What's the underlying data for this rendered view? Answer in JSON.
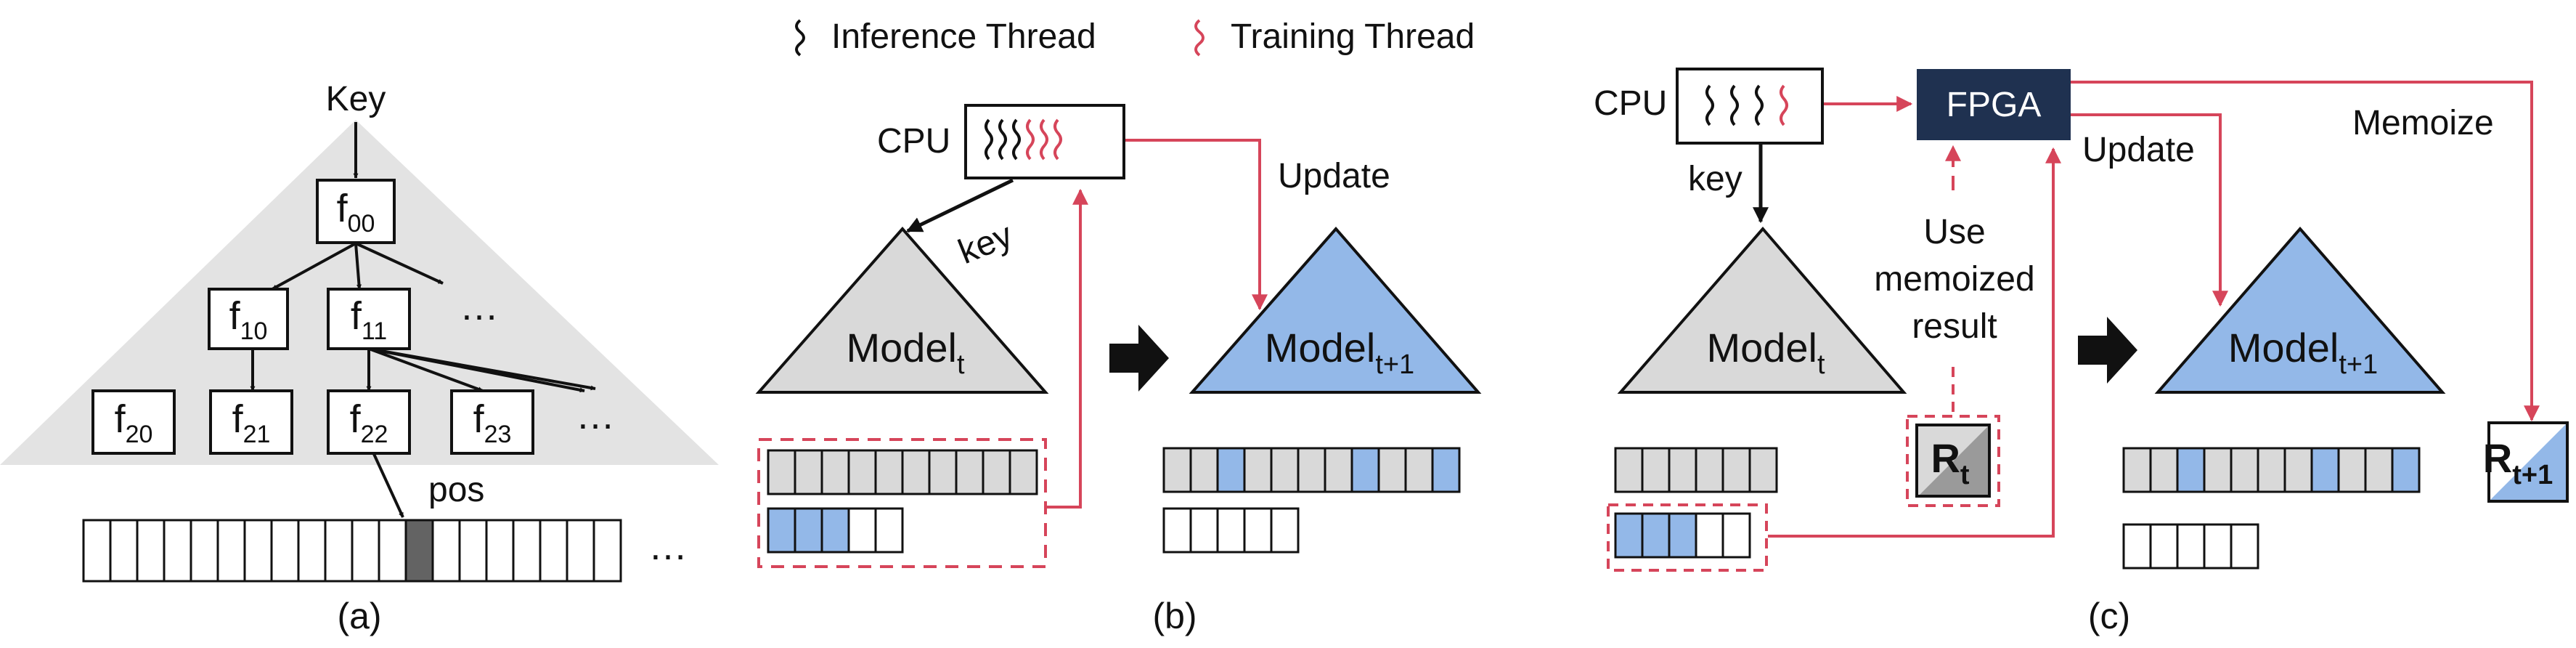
{
  "colors": {
    "training_red": "#d6455a",
    "fpga_navy": "#1f3150",
    "model_blue": "#93b8e8",
    "model_gray": "#d9d9d9",
    "bg_gray": "#e3e3e3",
    "pos_dark": "#636363"
  },
  "legend": {
    "inference_label": "Inference Thread",
    "training_label": "Training Thread"
  },
  "panel_a": {
    "caption": "(a)",
    "key_label": "Key",
    "pos_label": "pos",
    "ellipsis": "…",
    "nodes": [
      {
        "base": "f",
        "sub": "00"
      },
      {
        "base": "f",
        "sub": "10"
      },
      {
        "base": "f",
        "sub": "11"
      },
      {
        "base": "f",
        "sub": "20"
      },
      {
        "base": "f",
        "sub": "21"
      },
      {
        "base": "f",
        "sub": "22"
      },
      {
        "base": "f",
        "sub": "23"
      }
    ]
  },
  "panel_b": {
    "caption": "(b)",
    "cpu_label": "CPU",
    "key_label": "key",
    "update_label": "Update",
    "model_old": {
      "base": "Model",
      "sub": "t"
    },
    "model_new": {
      "base": "Model",
      "sub": "t+1"
    }
  },
  "panel_c": {
    "caption": "(c)",
    "cpu_label": "CPU",
    "fpga_label": "FPGA",
    "key_label": "key",
    "update_label": "Update",
    "memoize_label": "Memoize",
    "use_memo_lines": [
      "Use",
      "memoized",
      "result"
    ],
    "model_old": {
      "base": "Model",
      "sub": "t"
    },
    "model_new": {
      "base": "Model",
      "sub": "t+1"
    },
    "r_old": {
      "base": "R",
      "sub": "t"
    },
    "r_new": {
      "base": "R",
      "sub": "t+1"
    }
  }
}
